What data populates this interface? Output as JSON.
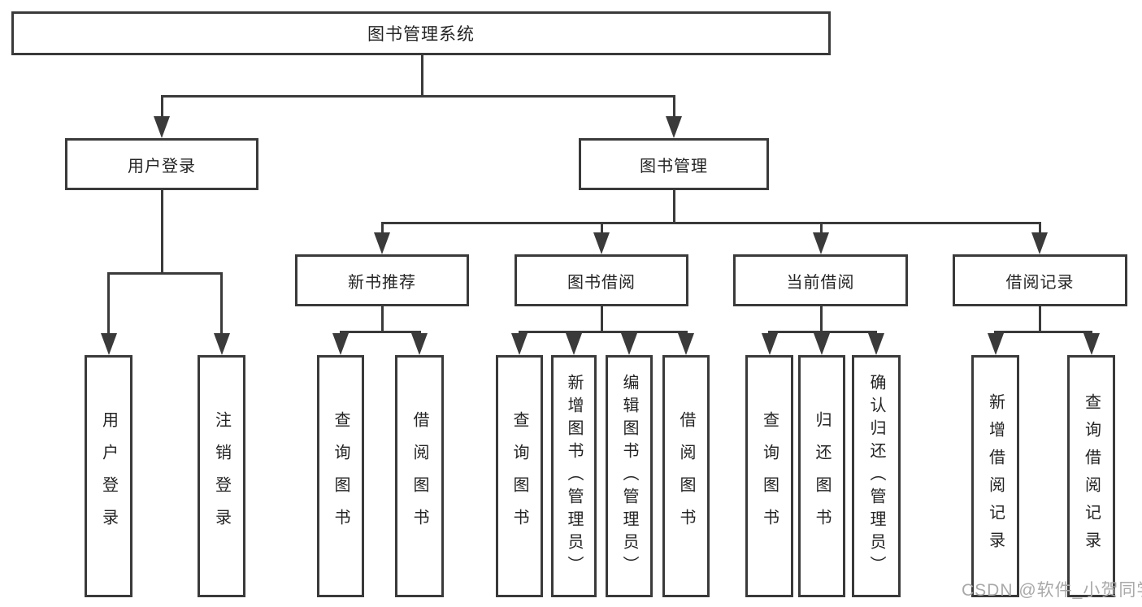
{
  "diagram": {
    "title": "图书管理系统",
    "level2": {
      "user_login": "用户登录",
      "book_mgmt": "图书管理"
    },
    "level3": {
      "new_books": "新书推荐",
      "borrowing": "图书借阅",
      "current": "当前借阅",
      "records": "借阅记录"
    },
    "leaves": {
      "user_login": "用户登录",
      "logout": "注销登录",
      "nb_query": "查询图书",
      "nb_borrow": "借阅图书",
      "bw_query": "查询图书",
      "bw_add": "新增图书（管理员）",
      "bw_edit": "编辑图书（管理员）",
      "bw_borrow": "借阅图书",
      "cu_query": "查询图书",
      "cu_return": "归还图书",
      "cu_confirm": "确认归还（管理员）",
      "rc_add": "新增借阅记录",
      "rc_query": "查询借阅记录"
    }
  },
  "watermark": "CSDN @软件_小贺同学",
  "colors": {
    "line": "#3a3a3a",
    "text": "#242424",
    "watermark": "#a9a9a9",
    "background": "#ffffff"
  }
}
